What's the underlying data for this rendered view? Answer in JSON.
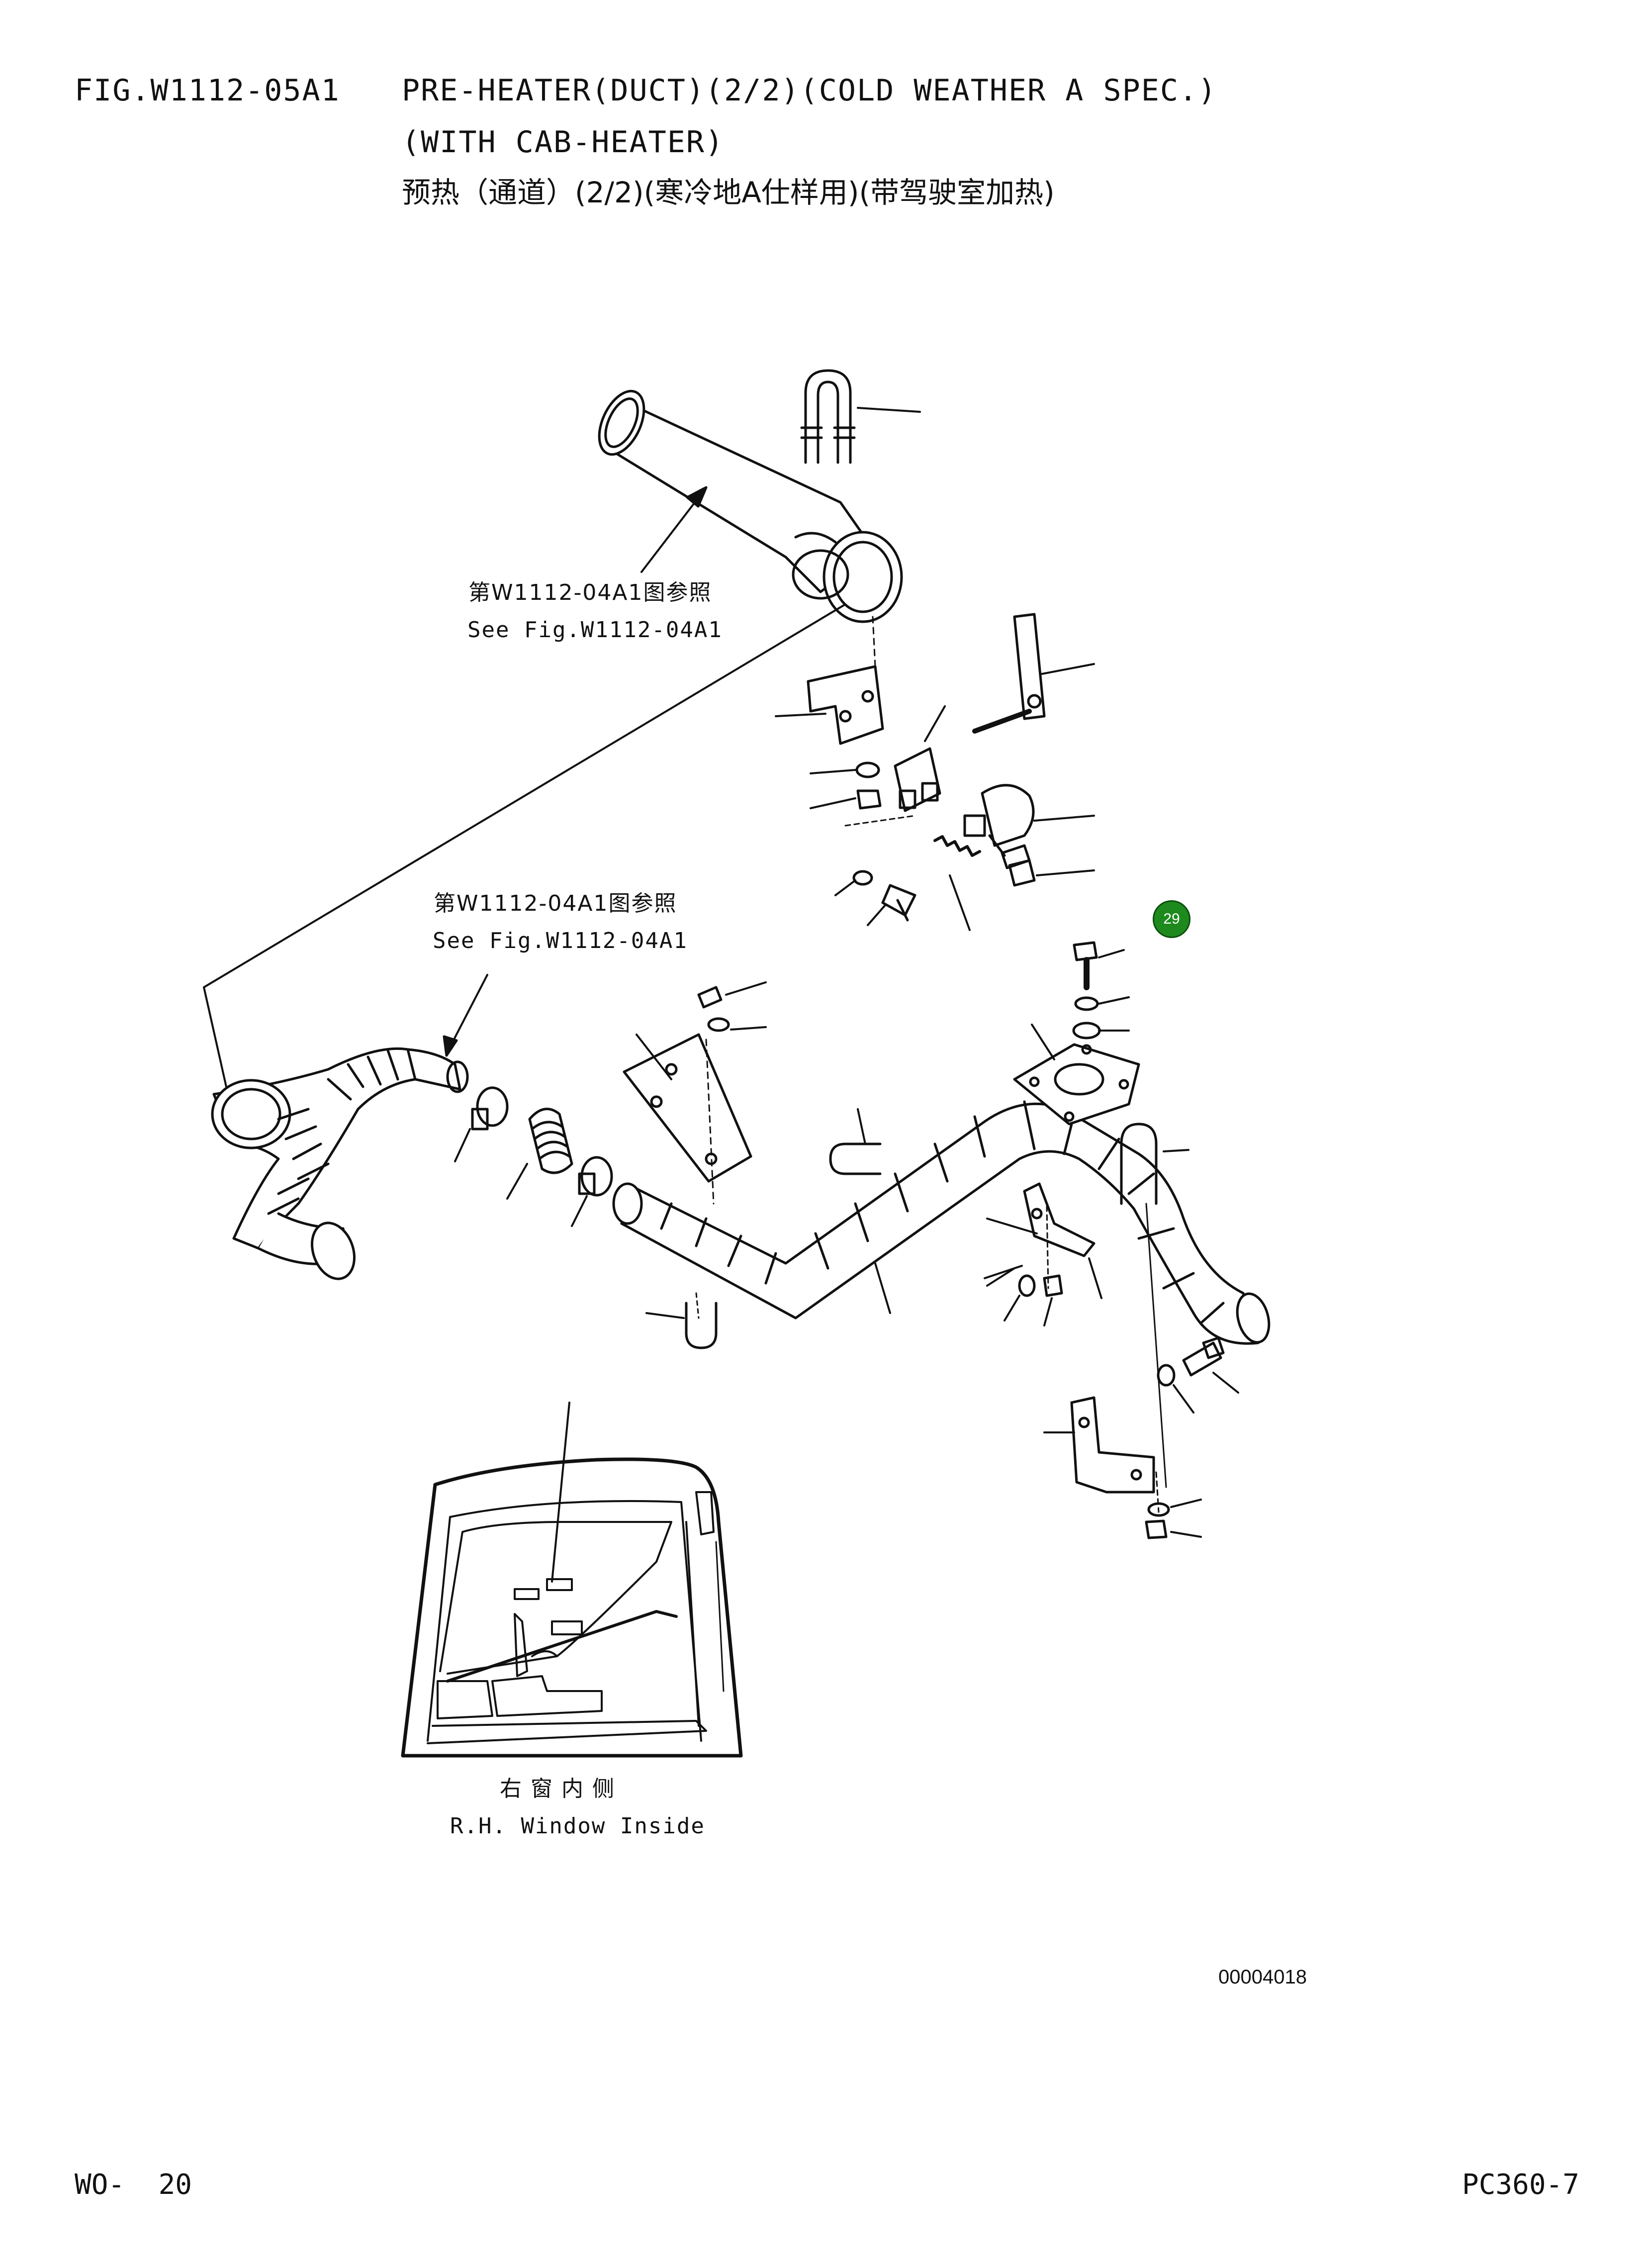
{
  "header": {
    "fig_no": "FIG.W1112-05A1",
    "title_line1": "PRE-HEATER(DUCT)(2/2)(COLD WEATHER A SPEC.)",
    "title_line2": "(WITH CAB-HEATER)",
    "title_line3_cn": "预热（通道）(2/2)(寒冷地A仕样用)(带驾驶室加热)"
  },
  "references": [
    {
      "cn": "第W1112-04A1图参照",
      "en": "See Fig.W1112-04A1"
    },
    {
      "cn": "第W1112-04A1图参照",
      "en": "See Fig.W1112-04A1"
    }
  ],
  "inset": {
    "cn": "右 窗 内 侧",
    "en": "R.H. Window Inside"
  },
  "callout": {
    "label": "29",
    "color": "#1e8a1e"
  },
  "drawing_code": "00004018",
  "footer": {
    "left": "WO-  20",
    "right": "PC360-7"
  }
}
